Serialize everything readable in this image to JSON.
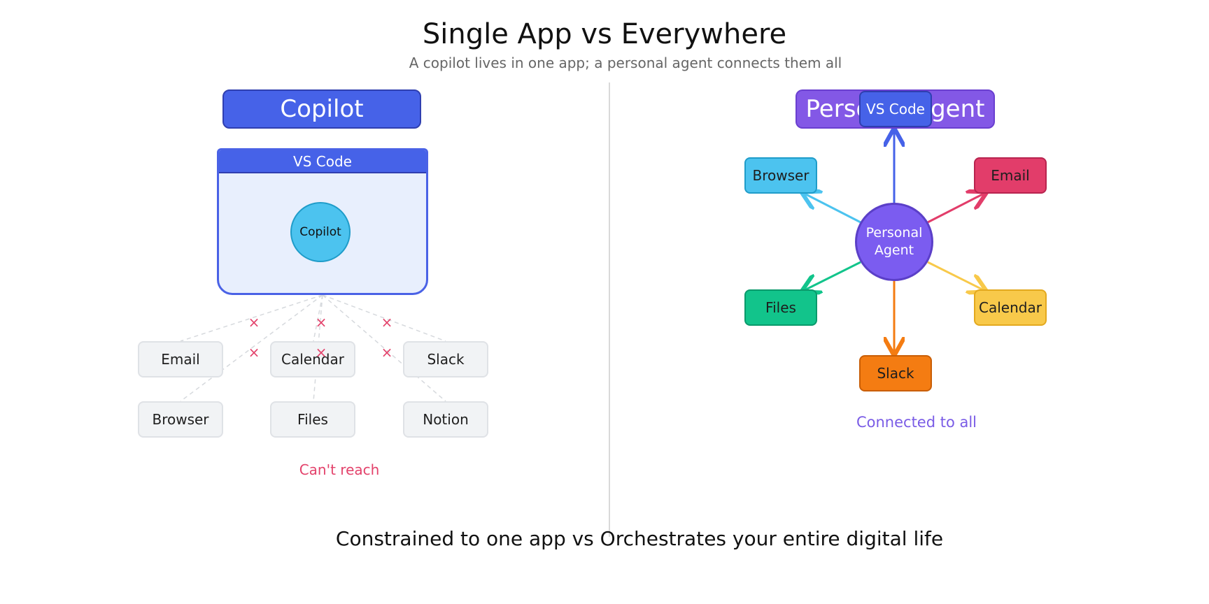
{
  "title": "Single App vs Everywhere",
  "subtitle": "A copilot lives in one app; a personal agent connects them all",
  "left": {
    "banner": "Copilot",
    "window_title": "VS Code",
    "inner": "Copilot",
    "apps": [
      "Email",
      "Calendar",
      "Slack",
      "Browser",
      "Files",
      "Notion"
    ],
    "caption": "Can't reach",
    "x_mark": "×"
  },
  "right": {
    "banner": "Personal Agent",
    "center": "Personal Agent",
    "nodes": {
      "vscode": "VS Code",
      "browser": "Browser",
      "email": "Email",
      "files": "Files",
      "calendar": "Calendar",
      "slack": "Slack"
    },
    "caption": "Connected to all"
  },
  "footer": "Constrained to one app vs Orchestrates your entire digital life",
  "colors": {
    "copilot_blue": "#4662e8",
    "agent_purple": "#7b5cf0",
    "browser": "#4cc3ef",
    "email": "#e23d6a",
    "files": "#12c48b",
    "calendar": "#f8c94a",
    "slack": "#f47c12",
    "blocked": "#e3426b"
  }
}
